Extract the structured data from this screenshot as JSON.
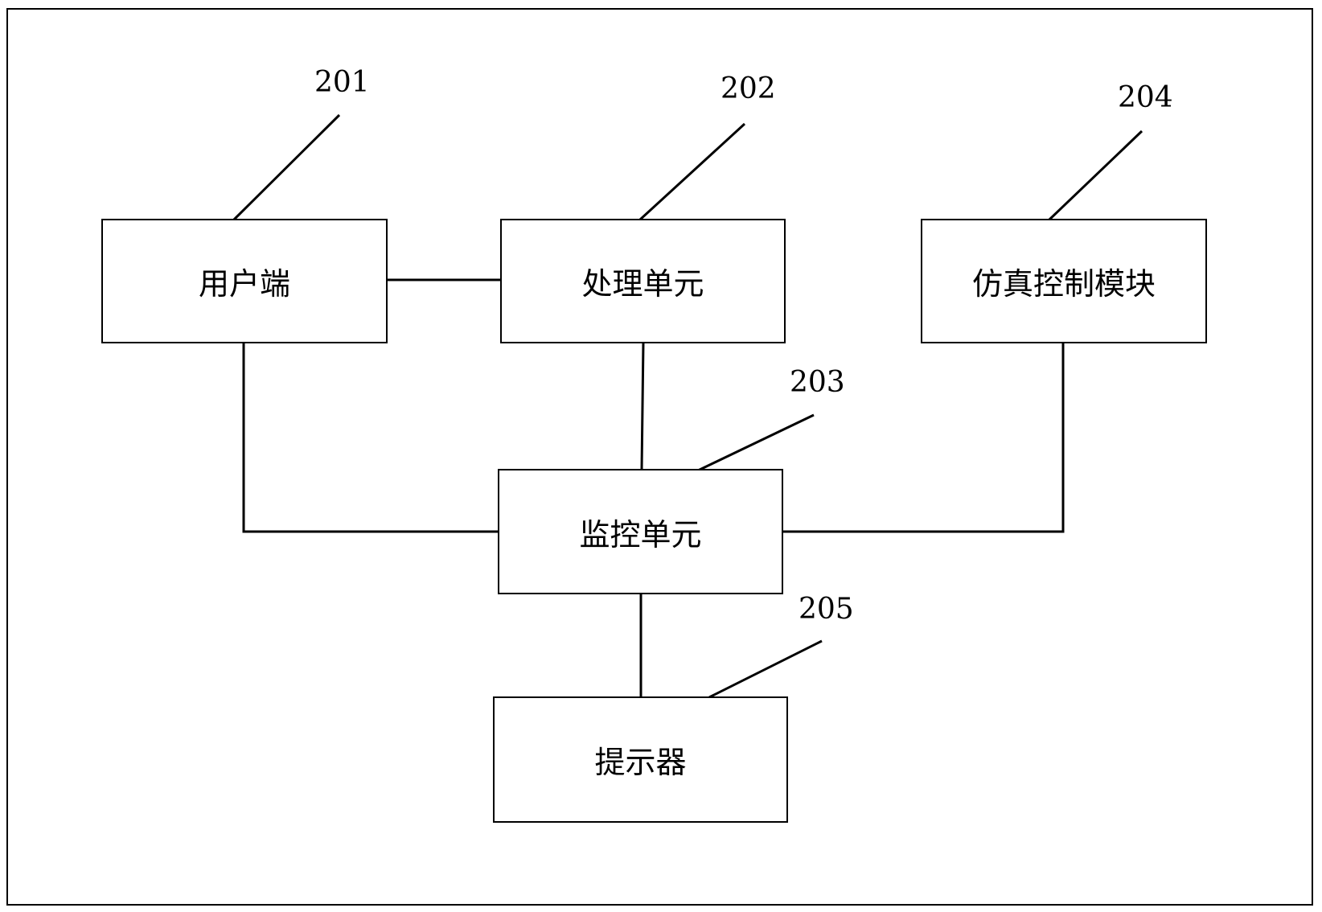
{
  "diagram": {
    "blocks": {
      "user_terminal": "用户端",
      "processing_unit": "处理单元",
      "simulation_control_module": "仿真控制模块",
      "monitoring_unit": "监控单元",
      "prompter": "提示器"
    },
    "refs": {
      "user_terminal": "201",
      "processing_unit": "202",
      "monitoring_unit": "203",
      "simulation_control_module": "204",
      "prompter": "205"
    }
  }
}
